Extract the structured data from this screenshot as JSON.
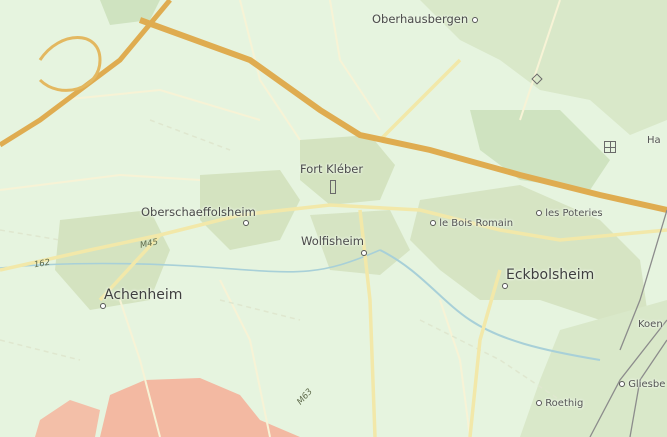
{
  "map": {
    "places": {
      "oberhausbergen": "Oberhausbergen",
      "fort_kleber": "Fort Kléber",
      "oberschaeffolsheim": "Oberschaeffolsheim",
      "wolfisheim": "Wolfisheim",
      "le_bois_romain": "le Bois Romain",
      "les_poteries": "les Poteries",
      "eckbolsheim": "Eckbolsheim",
      "achenheim": "Achenheim",
      "roethig": "Roethig",
      "gliesberg": "Gliesbe",
      "koen": "Koen",
      "ha": "Ha"
    },
    "road_refs": {
      "m45": "M45",
      "d63": "M63",
      "m162": "162"
    },
    "colors": {
      "background": "#e6f4df",
      "built_area": "#d6e4c3",
      "wood": "#cfe3c0",
      "motorway": "#e0b255",
      "primary_road": "#f0e6a6",
      "water": "#9fc9d6",
      "industrial": "#f3b9a2"
    }
  }
}
